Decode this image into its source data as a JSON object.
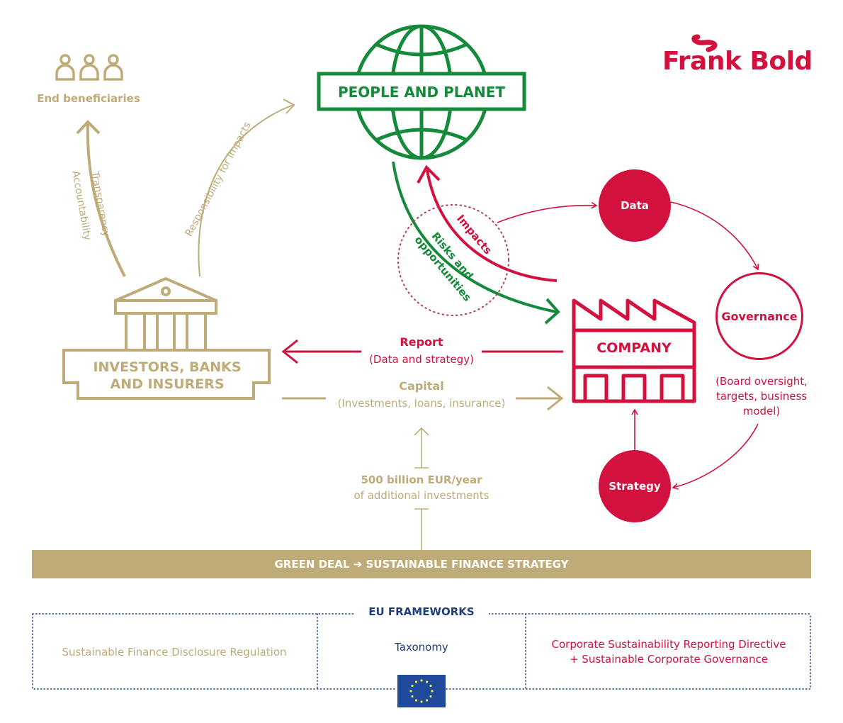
{
  "brand": {
    "name": "Frank Bold",
    "color": "#d3113f"
  },
  "colors": {
    "gold": "#bfab78",
    "red": "#d3113f",
    "green": "#148a3a",
    "navy": "#1e3f7a",
    "eu_flag_blue": "#1f4a9a",
    "eu_flag_stars": "#f5e642"
  },
  "nodes": {
    "end_beneficiaries": {
      "label": "End beneficiaries",
      "icon": "people-group-icon"
    },
    "people_planet": {
      "label": "PEOPLE AND PLANET",
      "icon": "globe-icon"
    },
    "investors": {
      "line1": "INVESTORS, BANKS",
      "line2": "AND INSURERS",
      "icon": "bank-building-icon"
    },
    "company": {
      "label": "COMPANY",
      "icon": "factory-icon"
    },
    "data": {
      "label": "Data"
    },
    "governance": {
      "label": "Governance",
      "detail_line1": "(Board oversight,",
      "detail_line2": "targets, business",
      "detail_line3": "model)"
    },
    "strategy": {
      "label": "Strategy"
    }
  },
  "flows": {
    "transparency": "Transparency",
    "accountability": "Accountability",
    "responsibility": "Responsibility for impacts",
    "impacts": "Impacts",
    "risks_line1": "Risks and",
    "risks_line2": "opportunities",
    "report_title": "Report",
    "report_sub": "(Data and strategy)",
    "capital_title": "Capital",
    "capital_sub": "(Investments, loans, insurance)",
    "investment_amount": "500 billion EUR/year",
    "investment_sub": "of additional investments"
  },
  "policy_bar": {
    "label": "GREEN DEAL ➔ SUSTAINABLE FINANCE STRATEGY"
  },
  "frameworks": {
    "title": "EU FRAMEWORKS",
    "items": [
      {
        "label": "Sustainable Finance Disclosure Regulation"
      },
      {
        "label": "Taxonomy"
      },
      {
        "line1": "Corporate Sustainability Reporting Directive",
        "line2": "+ Sustainable Corporate Governance"
      }
    ],
    "flag_icon": "eu-flag-icon"
  }
}
